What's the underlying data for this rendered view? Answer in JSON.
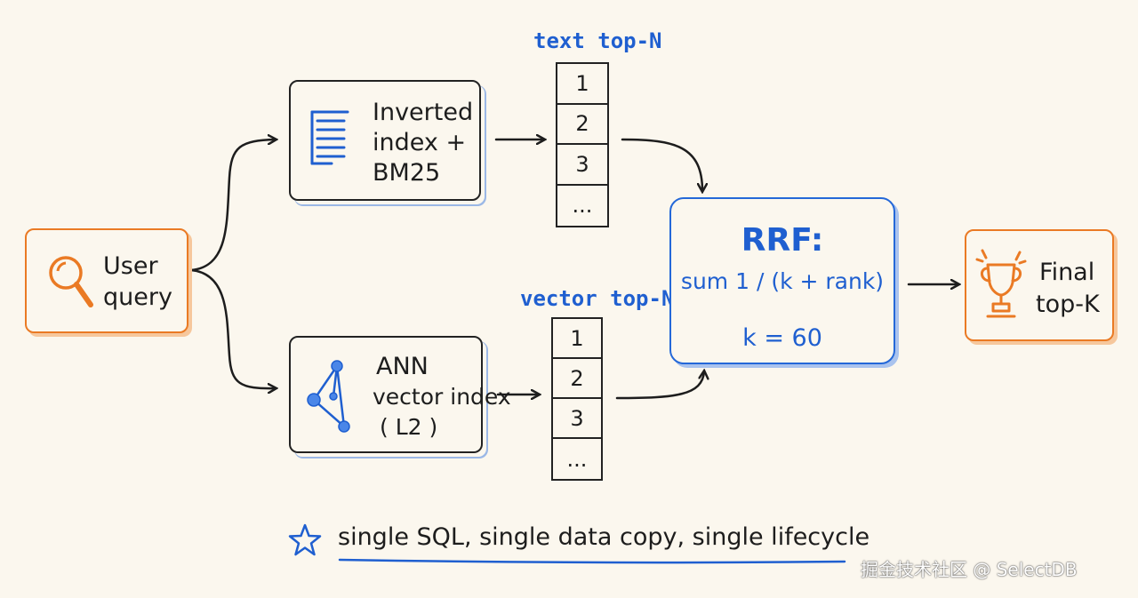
{
  "nodes": {
    "user_query": {
      "line1": "User",
      "line2": "query",
      "icon": "search-icon"
    },
    "text_index": {
      "line1": "Inverted",
      "line2": "index +",
      "line3": "BM25",
      "icon": "document-lines-icon"
    },
    "vector_index": {
      "line1": "ANN",
      "line2": "vector index",
      "line3": "( L2 )",
      "icon": "graph-icon"
    },
    "rrf": {
      "title": "RRF:",
      "formula": "sum 1 / (k + rank)",
      "param": "k = 60"
    },
    "final": {
      "line1": "Final",
      "line2": "top-K",
      "icon": "trophy-icon"
    }
  },
  "lists": {
    "text": {
      "title": "text top-N",
      "items": [
        "1",
        "2",
        "3",
        "..."
      ]
    },
    "vector": {
      "title": "vector top-N",
      "items": [
        "1",
        "2",
        "3",
        "..."
      ]
    }
  },
  "footer": {
    "note": "single SQL, single data copy, single lifecycle",
    "icon": "star-icon"
  },
  "watermark": "掘金技术社区 @ SelectDB",
  "colors": {
    "accent_orange": "#ea7a24",
    "accent_blue": "#1f5fd0",
    "background": "#fbf7ee"
  }
}
